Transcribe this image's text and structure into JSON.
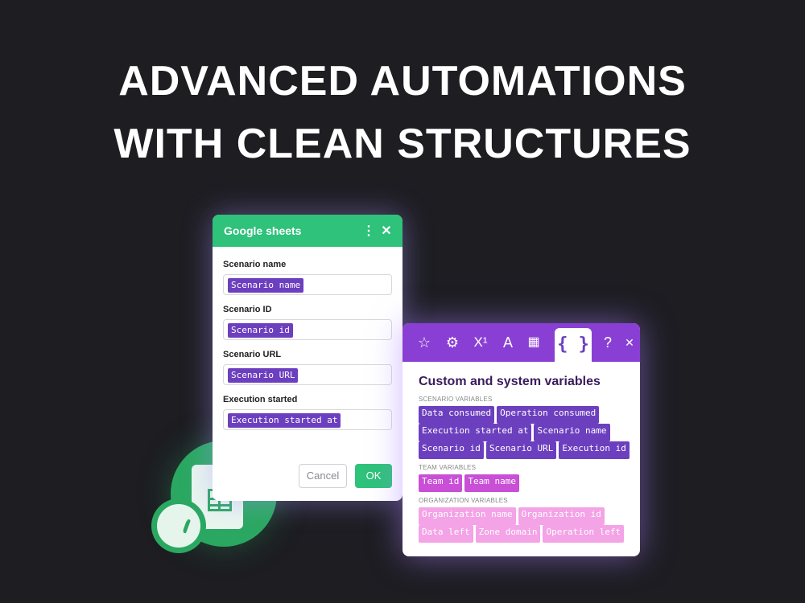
{
  "headline": {
    "line1": "ADVANCED AUTOMATIONS",
    "line2": "WITH CLEAN STRUCTURES"
  },
  "google_sheets": {
    "title": "Google sheets",
    "fields": [
      {
        "label": "Scenario name",
        "value": "Scenario name"
      },
      {
        "label": "Scenario ID",
        "value": "Scenario id"
      },
      {
        "label": "Scenario URL",
        "value": "Scenario URL"
      },
      {
        "label": "Execution started",
        "value": "Execution started at"
      }
    ],
    "cancel_label": "Cancel",
    "ok_label": "OK"
  },
  "variables_panel": {
    "toolbar_glyphs": {
      "star": "☆",
      "gear": "⚙",
      "superscript": "X¹",
      "text": "A",
      "calendar": "▦",
      "braces": "{ }",
      "help": "?",
      "close": "✕"
    },
    "title": "Custom and system variables",
    "sections": {
      "scenario": {
        "heading": "SCENARIO VARIABLES",
        "rows": [
          [
            "Data consumed",
            "Operation consumed"
          ],
          [
            "Execution started at",
            "Scenario name"
          ],
          [
            "Scenario id",
            "Scenario URL",
            "Execution id"
          ]
        ]
      },
      "team": {
        "heading": "TEAM VARIABLES",
        "rows": [
          [
            "Team id",
            "Team name"
          ]
        ]
      },
      "organization": {
        "heading": "ORGANIZATION VARIABLES",
        "rows": [
          [
            "Organization name",
            "Organization id"
          ],
          [
            "Data left",
            "Zone domain",
            "Operation left"
          ]
        ]
      }
    }
  },
  "colors": {
    "background": "#1d1d22",
    "green": "#2ec27a",
    "purple": "#8a3fd4",
    "pill_scenario": "#6c3fbf",
    "pill_team": "#c84fd6",
    "pill_org": "#f3a3e6"
  },
  "icons": [
    "sheets-icon",
    "clock-icon",
    "more-vert-icon",
    "close-icon",
    "star-icon",
    "gear-icon",
    "superscript-icon",
    "text-icon",
    "calendar-icon",
    "braces-icon",
    "help-icon"
  ]
}
